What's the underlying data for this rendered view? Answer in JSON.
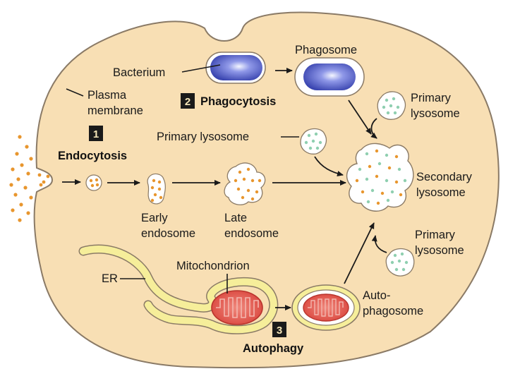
{
  "labels": {
    "bacterium": "Bacterium",
    "phagosome": "Phagosome",
    "plasma_membrane_1": "Plasma",
    "plasma_membrane_2": "membrane",
    "phagocytosis": "Phagocytosis",
    "primary_lysosome_top_1": "Primary",
    "primary_lysosome_top_2": "lysosome",
    "endocytosis": "Endocytosis",
    "primary_lysosome_mid": "Primary lysosome",
    "secondary_lysosome_1": "Secondary",
    "secondary_lysosome_2": "lysosome",
    "early_endosome_1": "Early",
    "early_endosome_2": "endosome",
    "late_endosome_1": "Late",
    "late_endosome_2": "endosome",
    "primary_lysosome_bot_1": "Primary",
    "primary_lysosome_bot_2": "lysosome",
    "er": "ER",
    "mitochondrion": "Mitochondrion",
    "autophagosome_1": "Auto-",
    "autophagosome_2": "phagosome",
    "autophagy": "Autophagy"
  },
  "step_numbers": {
    "one": "1",
    "two": "2",
    "three": "3"
  },
  "colors": {
    "cytoplasm": "#f8dfb4",
    "cell_outline": "#8a7a66",
    "cargo": "#e8962e",
    "lysosome_enzyme": "#8fcfb0",
    "er_membrane": "#f6ee9a",
    "mitochondrion": "#e4534a",
    "bacterium": "#4a55c4"
  }
}
